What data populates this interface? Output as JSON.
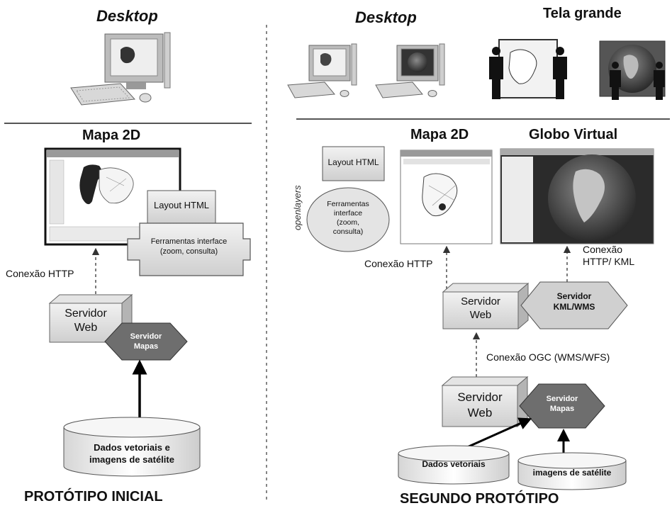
{
  "left": {
    "desktop_title": "Desktop",
    "section_title": "Mapa 2D",
    "layout_box": "Layout HTML",
    "tools_box": [
      "Ferramentas interface",
      "(zoom, consulta)"
    ],
    "connection_http": "Conexão HTTP",
    "web_server": [
      "Servidor",
      "Web"
    ],
    "map_server": [
      "Servidor",
      "Mapas"
    ],
    "data_store": [
      "Dados vetoriais e",
      "imagens de satélite"
    ],
    "footer": "PROTÓTIPO INICIAL"
  },
  "right": {
    "desktop_title": "Desktop",
    "big_screen_title": "Tela grande",
    "map2d_title": "Mapa 2D",
    "globe_title": "Globo Virtual",
    "layout_box": "Layout HTML",
    "tools_box": [
      "Ferramentas",
      "interface",
      "(zoom,",
      "consulta)"
    ],
    "openlayers_label": "openlayers",
    "connection_http": "Conexão HTTP",
    "connection_kml": [
      "Conexão",
      "HTTP/ KML"
    ],
    "web_server_top": [
      "Servidor",
      "Web"
    ],
    "kml_server": [
      "Servidor",
      "KML/WMS"
    ],
    "connection_ogc": "Conexão OGC (WMS/WFS)",
    "web_server_bottom": [
      "Servidor",
      "Web"
    ],
    "map_server": [
      "Servidor",
      "Mapas"
    ],
    "vector_store": "Dados vetoriais",
    "image_store": "imagens de satélite",
    "footer": "SEGUNDO PROTÓTIPO"
  }
}
